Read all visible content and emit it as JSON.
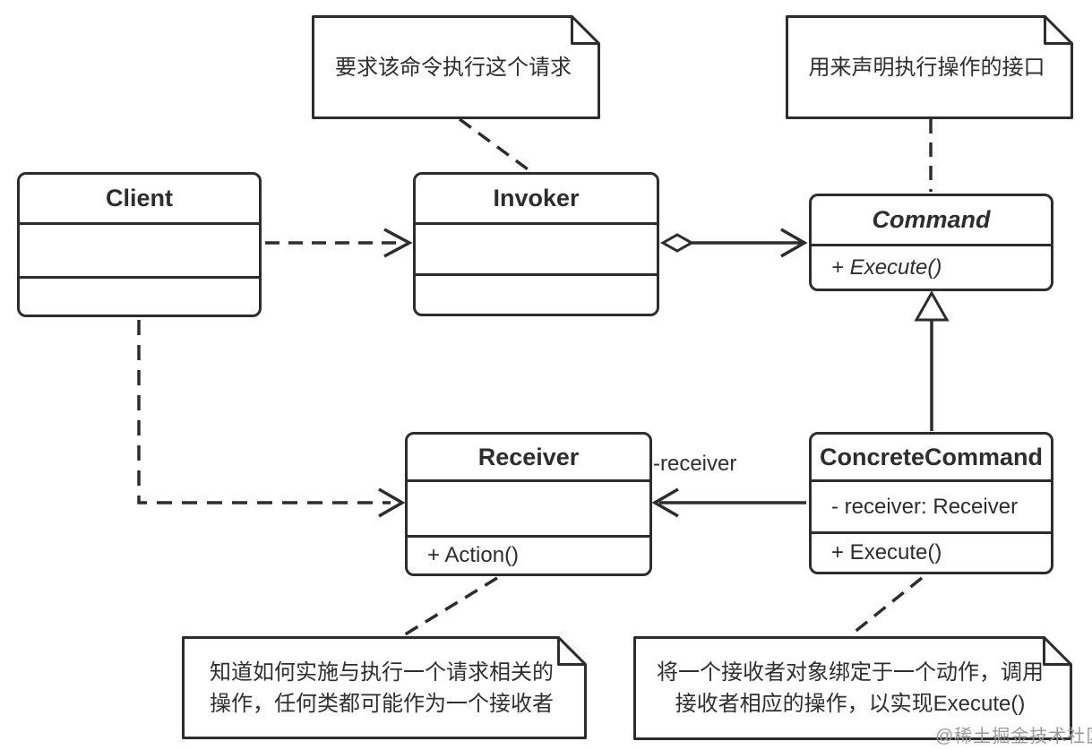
{
  "classes": {
    "client": {
      "name": "Client"
    },
    "invoker": {
      "name": "Invoker"
    },
    "command": {
      "name": "Command",
      "methods": [
        "+ Execute()"
      ]
    },
    "receiver": {
      "name": "Receiver",
      "methods": [
        "+ Action()"
      ]
    },
    "concrete_command": {
      "name": "ConcreteCommand",
      "attributes": [
        "- receiver: Receiver"
      ],
      "methods": [
        "+ Execute()"
      ]
    }
  },
  "notes": {
    "invoker_note": {
      "lines": [
        "要求该命令执行这个请求"
      ]
    },
    "command_note": {
      "lines": [
        "用来声明执行操作的接口"
      ]
    },
    "receiver_note": {
      "lines": [
        "知道如何实施与执行一个请求相关的",
        "操作，任何类都可能作为一个接收者"
      ]
    },
    "concrete_command_note": {
      "lines": [
        "将一个接收者对象绑定于一个动作，调用",
        "接收者相应的操作，以实现Execute()"
      ]
    }
  },
  "labels": {
    "receiver_role": "-receiver"
  },
  "watermark": "@稀土掘金技术社区",
  "colors": {
    "line": "#2d2d2d",
    "background": "#ffffff",
    "watermark": "#9b9b9b"
  }
}
